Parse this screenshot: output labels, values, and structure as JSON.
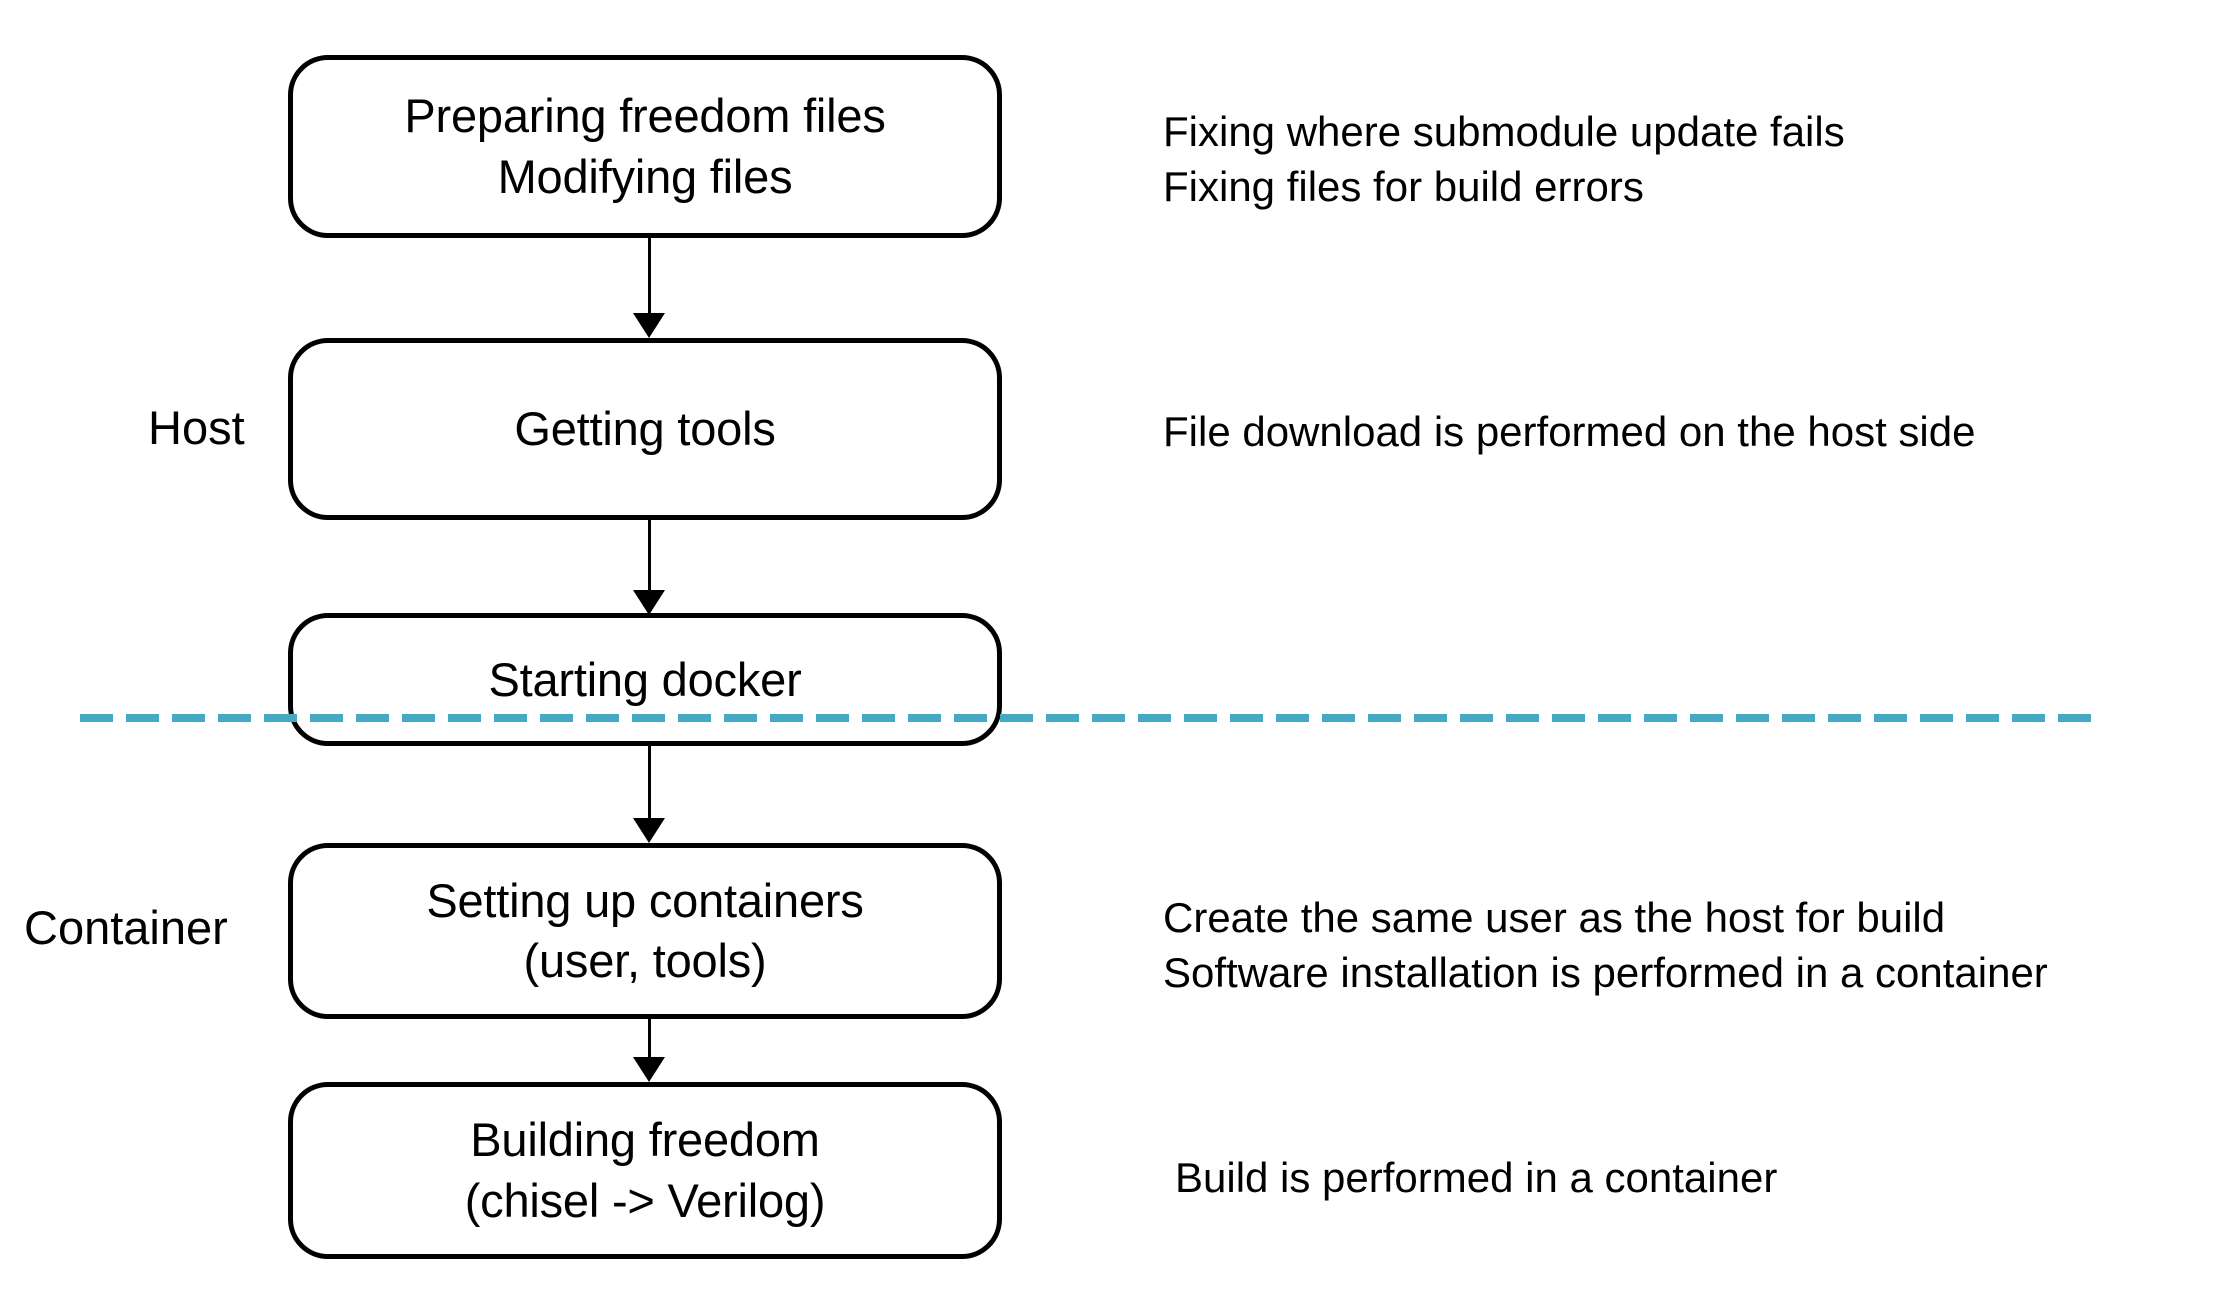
{
  "diagram": {
    "type": "flowchart",
    "title": "",
    "divider_color": "#45a9c4",
    "box_border_color": "#000000",
    "background": "#ffffff",
    "zones": [
      {
        "id": "host",
        "label": "Host"
      },
      {
        "id": "container",
        "label": "Container"
      }
    ],
    "nodes": [
      {
        "id": "preparing-freedom-files",
        "zone": "host",
        "lines": [
          "Preparing freedom files",
          "Modifying files"
        ]
      },
      {
        "id": "getting-tools",
        "zone": "host",
        "lines": [
          "Getting tools"
        ]
      },
      {
        "id": "starting-docker",
        "zone": "host",
        "lines": [
          "Starting docker"
        ]
      },
      {
        "id": "setting-up-containers",
        "zone": "container",
        "lines": [
          "Setting up containers",
          "(user, tools)"
        ]
      },
      {
        "id": "building-freedom",
        "zone": "container",
        "lines": [
          "Building freedom",
          "(chisel -> Verilog)"
        ]
      }
    ],
    "edges": [
      {
        "from": "preparing-freedom-files",
        "to": "getting-tools"
      },
      {
        "from": "getting-tools",
        "to": "starting-docker"
      },
      {
        "from": "starting-docker",
        "to": "setting-up-containers"
      },
      {
        "from": "setting-up-containers",
        "to": "building-freedom"
      }
    ],
    "notes": [
      {
        "id": "note-preparing",
        "for": "preparing-freedom-files",
        "lines": [
          "Fixing where submodule update fails",
          "Fixing files for build errors"
        ]
      },
      {
        "id": "note-getting-tools",
        "for": "getting-tools",
        "lines": [
          "File download is performed on the host side"
        ]
      },
      {
        "id": "note-setting-up",
        "for": "setting-up-containers",
        "lines": [
          "Create the same user as the host for build",
          "Software installation is performed in a container"
        ]
      },
      {
        "id": "note-building",
        "for": "building-freedom",
        "lines": [
          "Build is performed in a container"
        ]
      }
    ]
  }
}
